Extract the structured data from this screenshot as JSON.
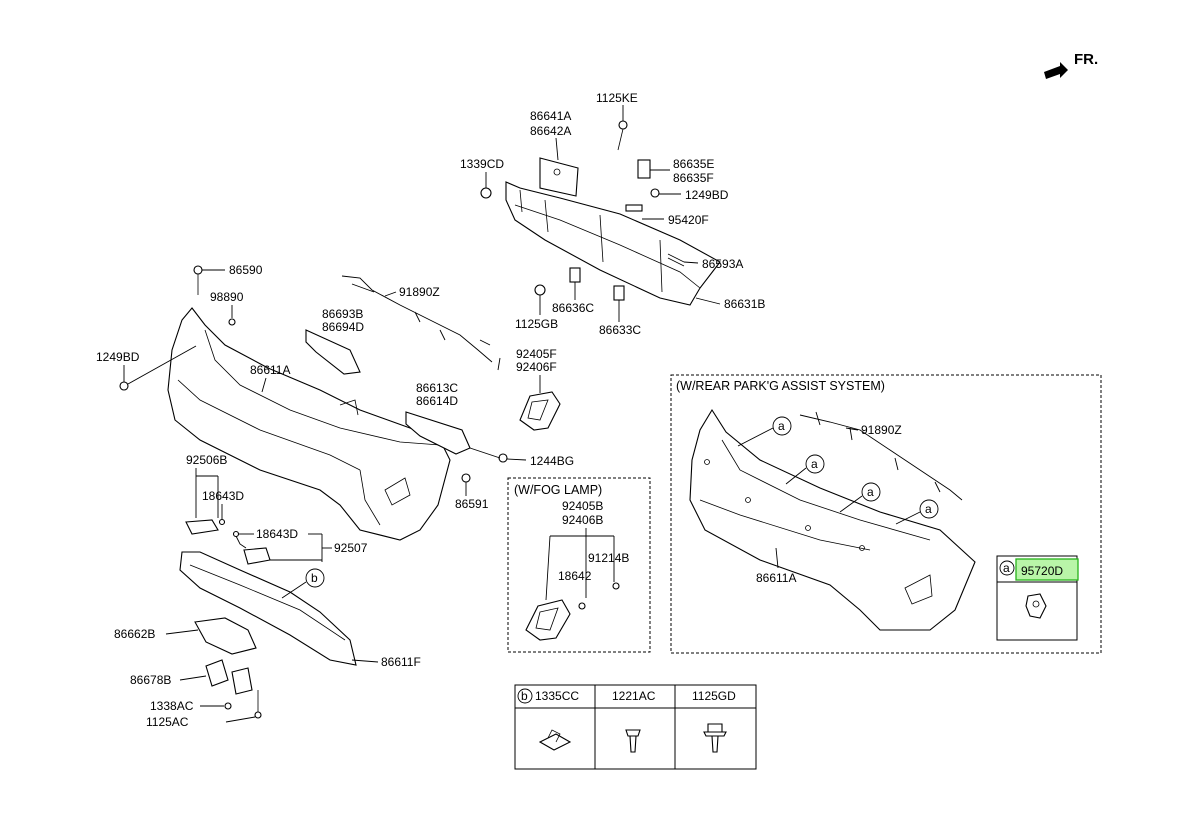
{
  "direction": {
    "label": "FR."
  },
  "labels": {
    "p1125KE": "1125KE",
    "p86641A": "86641A",
    "p86642A": "86642A",
    "p1339CD": "1339CD",
    "p86635E": "86635E",
    "p86635F": "86635F",
    "p1249BD_top": "1249BD",
    "p95420F": "95420F",
    "p86593A": "86593A",
    "p86631B": "86631B",
    "p86636C": "86636C",
    "p1125GB": "1125GB",
    "p86633C": "86633C",
    "p86590": "86590",
    "p98890": "98890",
    "p91890Z": "91890Z",
    "p86693B": "86693B",
    "p86694D": "86694D",
    "p1249BD_left": "1249BD",
    "p86611A": "86611A",
    "p92405F": "92405F",
    "p92406F": "92406F",
    "p86613C": "86613C",
    "p86614D": "86614D",
    "p1244BG": "1244BG",
    "p86591": "86591",
    "p92506B": "92506B",
    "p18643D_a": "18643D",
    "p18643D_b": "18643D",
    "p92507": "92507",
    "p86662B": "86662B",
    "p86611F": "86611F",
    "p86678B": "86678B",
    "p1338AC": "1338AC",
    "p1125AC": "1125AC"
  },
  "fog_lamp_box": {
    "title": "(W/FOG LAMP)",
    "p92405B": "92405B",
    "p92406B": "92406B",
    "p91214B": "91214B",
    "p18642": "18642"
  },
  "park_assist_box": {
    "title": "(W/REAR PARK'G ASSIST SYSTEM)",
    "p91890Z": "91890Z",
    "p86611A": "86611A",
    "sensor_tag": "a",
    "sensor_part": "95720D"
  },
  "fastener_table": {
    "tag": "b",
    "columns": [
      "1335CC",
      "1221AC",
      "1125GD"
    ]
  },
  "callouts": {
    "a": "a",
    "b": "b"
  },
  "colors": {
    "highlight_fill": "#b9f5a8",
    "highlight_border": "#27b21a"
  }
}
